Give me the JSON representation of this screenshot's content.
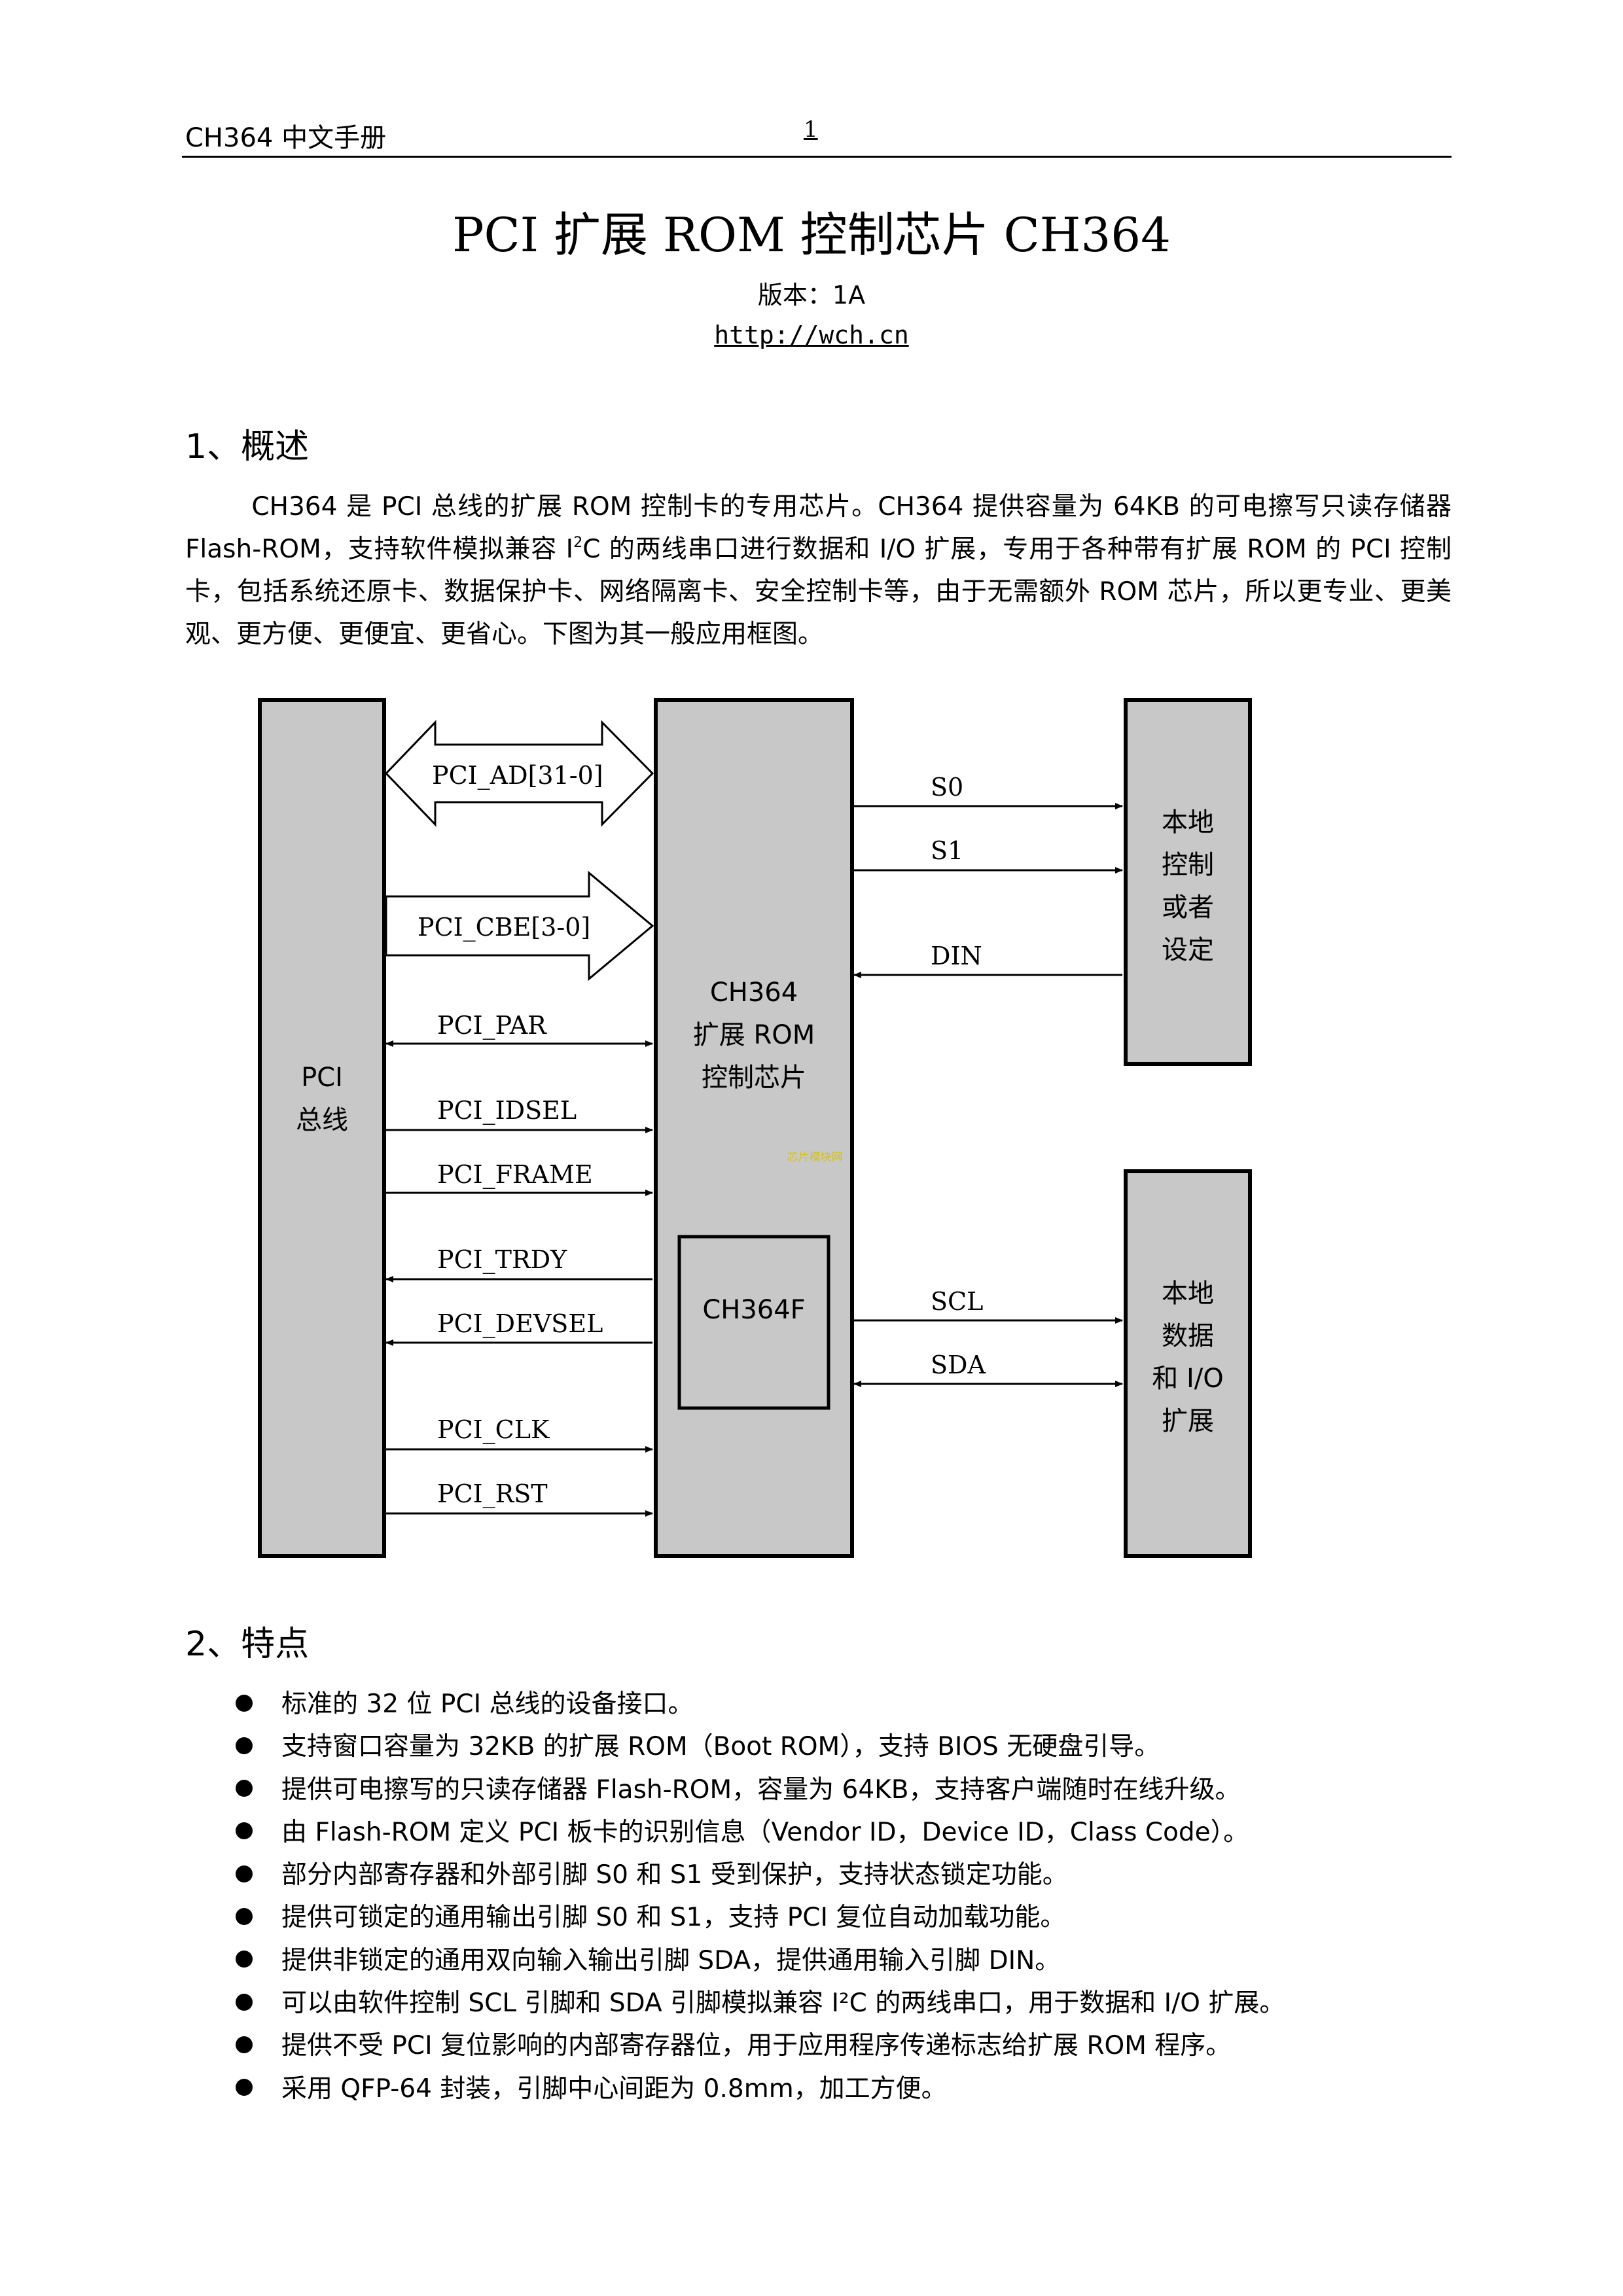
{
  "header": {
    "left": "CH364 中文手册",
    "page_number": "1"
  },
  "title": "PCI 扩展 ROM 控制芯片 CH364",
  "version": "版本：1A",
  "url": "http://wch.cn",
  "section1": {
    "heading": "1、概述",
    "para_a": "CH364 是 PCI 总线的扩展 ROM 控制卡的专用芯片。CH364 提供容量为 64KB 的可电擦写只读存储器 Flash-ROM，支持软件模拟兼容 I",
    "sup": "2",
    "para_b": "C 的两线串口进行数据和 I/O 扩展，专用于各种带有扩展 ROM 的 PCI 控制卡，包括系统还原卡、数据保护卡、网络隔离卡、安全控制卡等，由于无需额外 ROM 芯片，所以更专业、更美观、更方便、更便宜、更省心。下图为其一般应用框图。"
  },
  "diagram": {
    "pci_bus": [
      "PCI",
      "总线"
    ],
    "chip": [
      "CH364",
      "扩展 ROM",
      "控制芯片"
    ],
    "inner_chip": "CH364F",
    "local_control": [
      "本地",
      "控制",
      "或者",
      "设定"
    ],
    "local_io": [
      "本地",
      "数据",
      "和 I/O",
      "扩展"
    ],
    "watermark": "芯片模块网",
    "left_signals": [
      "PCI_AD[31-0]",
      "PCI_CBE[3-0]",
      "PCI_PAR",
      "PCI_IDSEL",
      "PCI_FRAME",
      "PCI_TRDY",
      "PCI_DEVSEL",
      "PCI_CLK",
      "PCI_RST"
    ],
    "right_signals": [
      "S0",
      "S1",
      "DIN",
      "SCL",
      "SDA"
    ],
    "colors": {
      "box_fill": "#c8c8c8",
      "stroke": "#000000"
    }
  },
  "section2": {
    "heading": "2、特点",
    "items": [
      "标准的 32 位 PCI 总线的设备接口。",
      "支持窗口容量为 32KB 的扩展 ROM（Boot ROM），支持 BIOS 无硬盘引导。",
      "提供可电擦写的只读存储器 Flash-ROM，容量为 64KB，支持客户端随时在线升级。",
      "由 Flash-ROM 定义 PCI 板卡的识别信息（Vendor ID，Device ID，Class Code）。",
      "部分内部寄存器和外部引脚 S0 和 S1 受到保护，支持状态锁定功能。",
      "提供可锁定的通用输出引脚 S0 和 S1，支持 PCI 复位自动加载功能。",
      "提供非锁定的通用双向输入输出引脚 SDA，提供通用输入引脚 DIN。",
      "可以由软件控制 SCL 引脚和 SDA 引脚模拟兼容 I²C 的两线串口，用于数据和 I/O 扩展。",
      "提供不受 PCI 复位影响的内部寄存器位，用于应用程序传递标志给扩展 ROM 程序。",
      "采用 QFP-64 封装，引脚中心间距为 0.8mm，加工方便。"
    ]
  }
}
